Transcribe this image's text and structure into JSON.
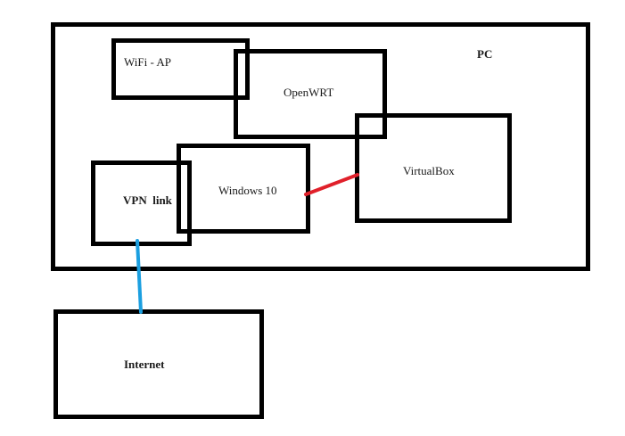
{
  "diagram": {
    "nodes": {
      "pc": {
        "label": "PC"
      },
      "wifi_ap": {
        "label": "WiFi - AP"
      },
      "openwrt": {
        "label": "OpenWRT"
      },
      "virtualbox": {
        "label": "VirtualBox"
      },
      "windows10": {
        "label": "Windows 10"
      },
      "vpn_link": {
        "label": "VPN  link"
      },
      "internet": {
        "label": "Internet"
      }
    },
    "edges": [
      {
        "from": "windows10",
        "to": "virtualbox",
        "color": "#e0202a"
      },
      {
        "from": "vpn_link",
        "to": "internet",
        "color": "#1b9fe0"
      }
    ]
  }
}
